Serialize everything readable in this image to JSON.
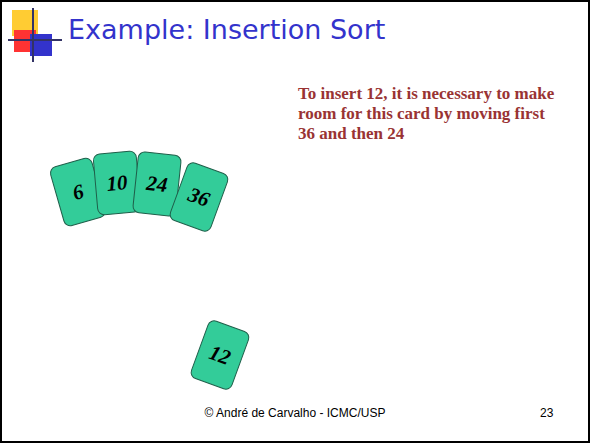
{
  "diagram": {
    "title": "Example: Insertion Sort",
    "nodes": [
      {
        "text": [
          "6"
        ]
      },
      {
        "text": [
          "10"
        ]
      },
      {
        "text": [
          "24"
        ]
      },
      {
        "text": [
          "36"
        ]
      },
      {
        "text": [
          "12"
        ]
      }
    ],
    "labels": [
      "To insert 12, it is necessary to make room for this card by moving first 36 and then 24",
      "© André de Carvalho - ICMC/USP",
      "23"
    ]
  }
}
